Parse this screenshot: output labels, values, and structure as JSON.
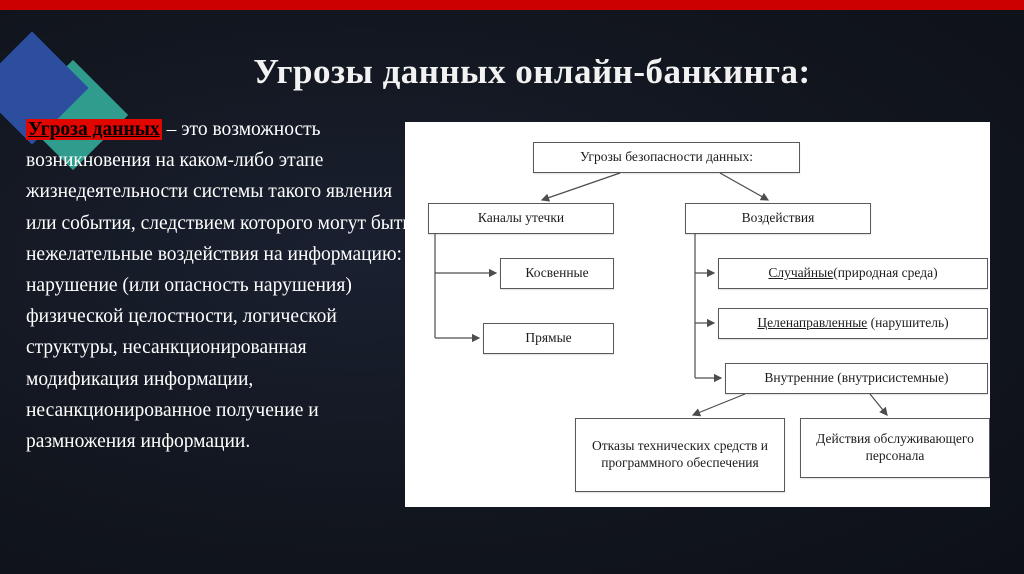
{
  "slide": {
    "title": "Угрозы данных онлайн-банкинга:"
  },
  "definition": {
    "term": "Угроза данных",
    "text": " – это возможность возникновения на каком-либо этапе жизнедеятельности системы такого явления или события, следствием которого могут быть нежелательные воздействия на информацию: нарушение (или опасность нарушения) физической целостности, логической структуры, несанкционированная модификация информации, несанкционированное получение и размножения информации."
  },
  "diagram": {
    "root": {
      "label": "Угрозы безопасности данных:"
    },
    "channels": {
      "label": "Каналы утечки"
    },
    "impacts": {
      "label": "Воздействия"
    },
    "indirect": {
      "label": "Косвенные"
    },
    "direct": {
      "label": "Прямые"
    },
    "random": {
      "underlined": "Случайные",
      "rest": "(природная среда)"
    },
    "targeted": {
      "underlined": "Целенаправленные",
      "rest": " (нарушитель)"
    },
    "internal": {
      "label": "Внутренние (внутрисистемные)"
    },
    "failures": {
      "label": "Отказы технических средств и программного обеспечения"
    },
    "personnel": {
      "label": "Действия обслуживающего персонала"
    }
  },
  "colors": {
    "background": "#12161f",
    "top_bar": "#cc0000",
    "term_highlight": "#e10600",
    "accent_blue": "#2d4e9e",
    "accent_teal": "#2f9c8e",
    "panel": "#ffffff",
    "box_border": "#58595b"
  }
}
